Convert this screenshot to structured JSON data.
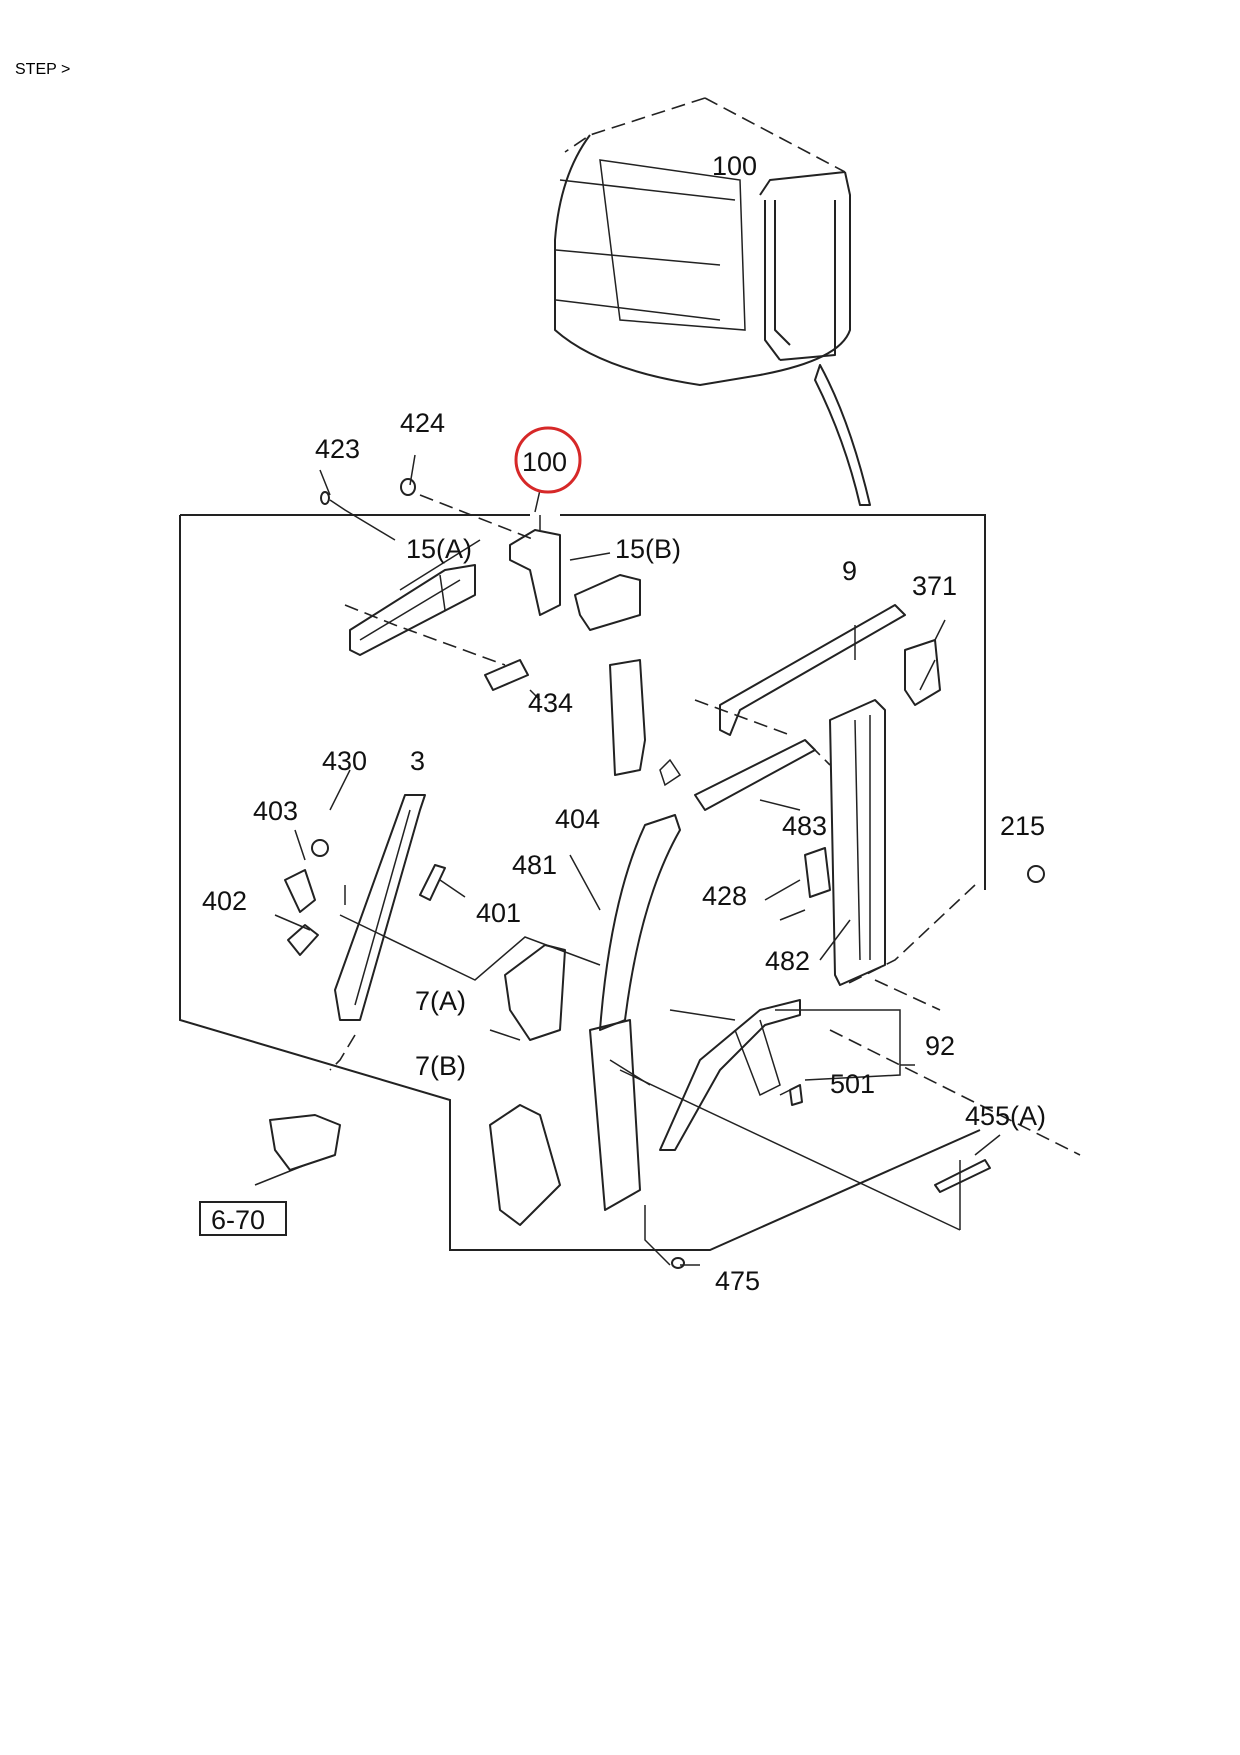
{
  "header": {
    "breadcrumb": "STEP >"
  },
  "diagram": {
    "highlight_color": "#d62828",
    "callouts": {
      "c100_top": "100",
      "c100_main": "100",
      "c423": "423",
      "c424": "424",
      "c15a": "15(A)",
      "c15b": "15(B)",
      "c434": "434",
      "c9": "9",
      "c371": "371",
      "c430": "430",
      "c3": "3",
      "c403": "403",
      "c402": "402",
      "c401": "401",
      "c404": "404",
      "c483": "483",
      "c481": "481",
      "c428": "428",
      "c215": "215",
      "c482": "482",
      "c7a": "7(A)",
      "c7b": "7(B)",
      "c92": "92",
      "c501": "501",
      "c455a": "455(A)",
      "c6_70": "6-70",
      "c475": "475"
    }
  }
}
